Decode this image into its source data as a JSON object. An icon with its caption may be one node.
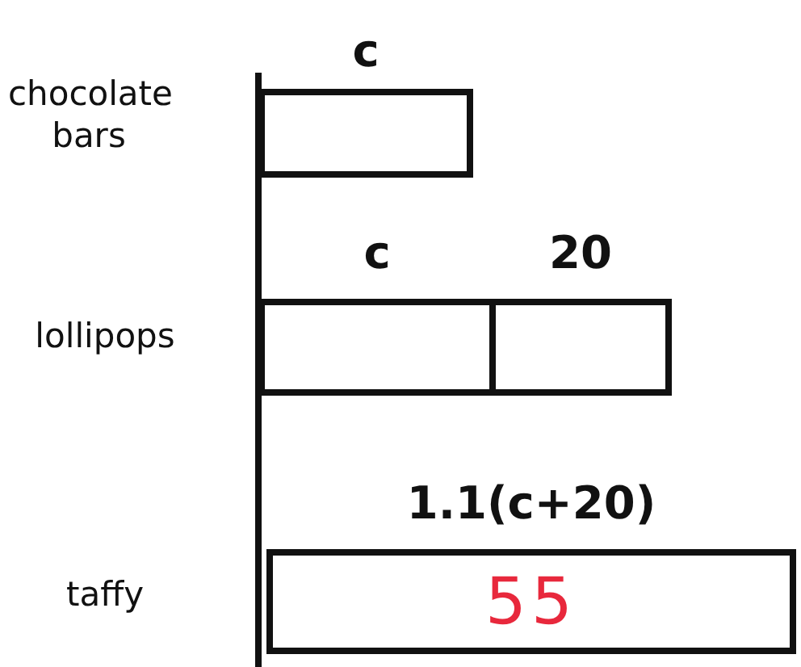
{
  "diagram": {
    "nodes": [
      {
        "text": [
          "c"
        ]
      },
      {
        "text": [
          "c"
        ]
      },
      {
        "text": [
          "20"
        ]
      },
      {
        "text": [
          "1.1(c+20)",
          "55"
        ]
      }
    ],
    "labels": [
      "chocolate bars",
      "lollipops",
      "taffy"
    ]
  }
}
